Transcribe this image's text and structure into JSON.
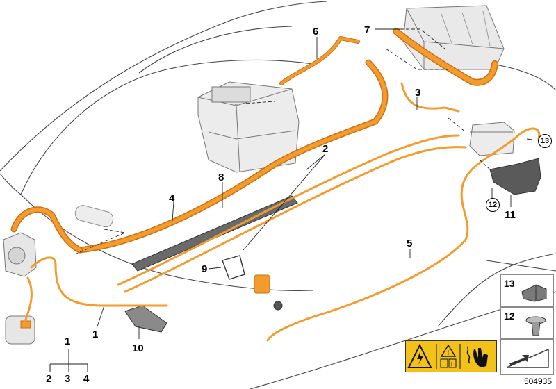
{
  "diagram": {
    "callouts": [
      {
        "id": "c1",
        "text": "1"
      },
      {
        "id": "c2",
        "text": "2"
      },
      {
        "id": "c3",
        "text": "3"
      },
      {
        "id": "c4",
        "text": "4"
      },
      {
        "id": "c5",
        "text": "5"
      },
      {
        "id": "c6",
        "text": "6"
      },
      {
        "id": "c7",
        "text": "7"
      },
      {
        "id": "c8",
        "text": "8"
      },
      {
        "id": "c9",
        "text": "9"
      },
      {
        "id": "c10",
        "text": "10"
      },
      {
        "id": "c11",
        "text": "11"
      },
      {
        "id": "c12",
        "text": "12"
      },
      {
        "id": "c13",
        "text": "13"
      }
    ],
    "hierarchy": {
      "parent": "1",
      "children": [
        "2",
        "3",
        "4"
      ]
    },
    "legend": [
      {
        "id": "leg13",
        "number": "13",
        "icon": "clip-bracket-icon"
      },
      {
        "id": "leg12",
        "number": "12",
        "icon": "push-rivet-icon"
      },
      {
        "id": "leg0",
        "number": "",
        "icon": "wedge-arrow-icon"
      }
    ],
    "warning_label": {
      "icons": [
        "high-voltage-warning-icon",
        "warning-triangle-icon",
        "manual-info-icon",
        "no-hand-touch-icon"
      ]
    },
    "reference_number": "504935",
    "colors": {
      "cable": "#f39c2d",
      "cable_dark": "#c96f12",
      "outline": "#555555",
      "component_fill": "#f0f0f0",
      "warning_yellow": "#f2c21a"
    }
  }
}
